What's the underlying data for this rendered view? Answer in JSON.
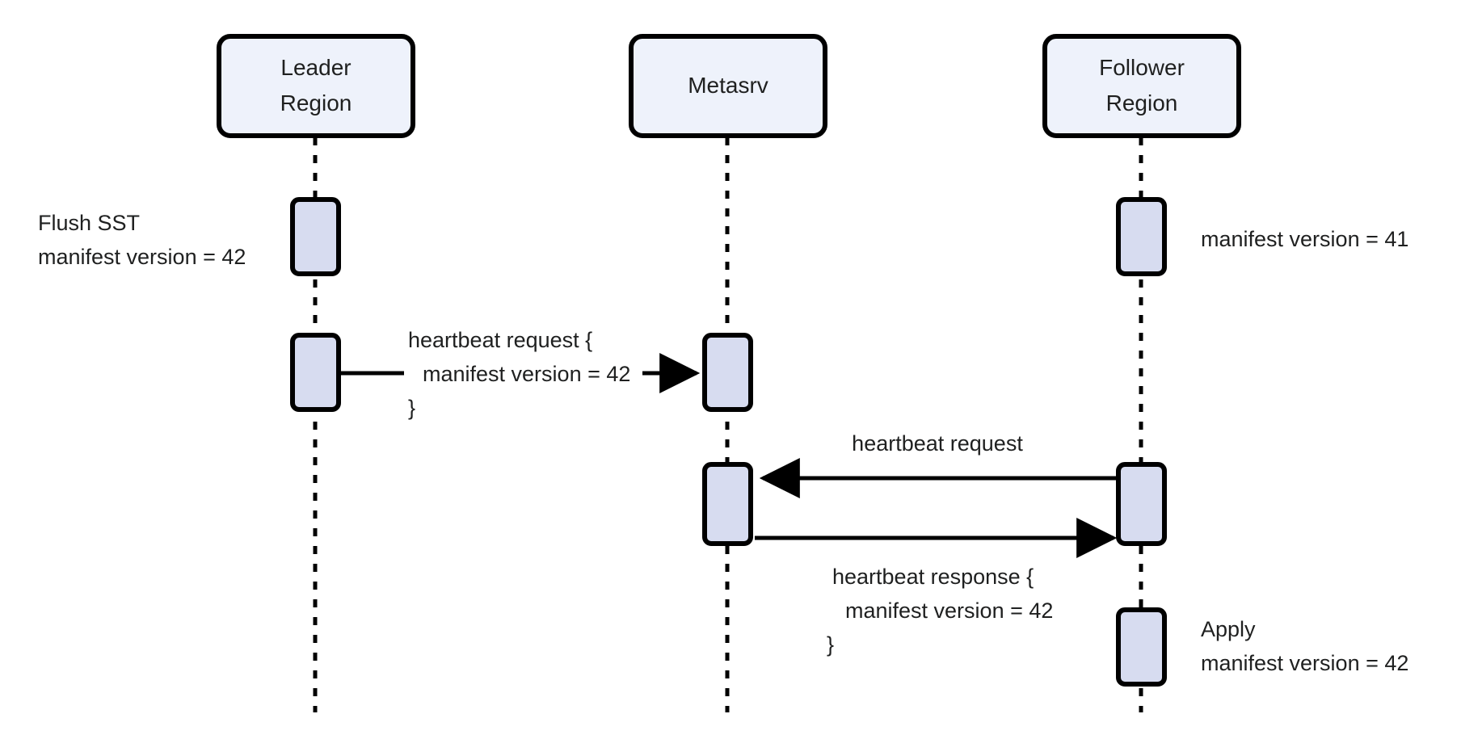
{
  "diagram": {
    "type": "sequence-diagram",
    "title": "",
    "colors": {
      "participant_fill": "#eef2fb",
      "participant_stroke": "#000000",
      "activation_fill": "#d7dcf0",
      "activation_stroke": "#000000",
      "lifeline_stroke": "#000000",
      "text": "#1f2020",
      "background": "#ffffff"
    },
    "participants": [
      {
        "id": "leader",
        "label_line1": "Leader",
        "label_line2": "Region"
      },
      {
        "id": "metasrv",
        "label_line1": "Metasrv",
        "label_line2": ""
      },
      {
        "id": "follower",
        "label_line1": "Follower",
        "label_line2": "Region"
      }
    ],
    "notes": [
      {
        "id": "note-flush",
        "side": "left",
        "attached_to": "leader",
        "lines": [
          "Flush SST",
          "manifest version = 42"
        ]
      },
      {
        "id": "note-follower-version",
        "side": "right",
        "attached_to": "follower",
        "lines": [
          "manifest version = 41"
        ]
      },
      {
        "id": "note-apply",
        "side": "right",
        "attached_to": "follower",
        "lines": [
          "Apply",
          "manifest version = 42"
        ]
      }
    ],
    "messages": [
      {
        "id": "msg-heartbeat-request-leader",
        "from": "leader",
        "to": "metasrv",
        "direction": "right",
        "lines": [
          "heartbeat request {",
          "manifest version = 42",
          "}"
        ]
      },
      {
        "id": "msg-heartbeat-request-follower",
        "from": "follower",
        "to": "metasrv",
        "direction": "left",
        "lines": [
          "heartbeat request"
        ]
      },
      {
        "id": "msg-heartbeat-response",
        "from": "metasrv",
        "to": "follower",
        "direction": "right",
        "lines": [
          "heartbeat response {",
          "manifest version = 42",
          "}"
        ]
      }
    ]
  }
}
